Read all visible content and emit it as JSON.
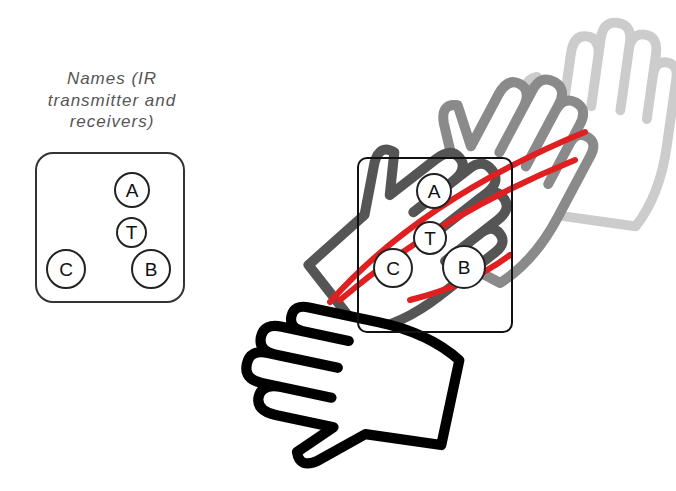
{
  "diagram": {
    "nodes": [
      {
        "text": [
          "Names (IR transmitter and receivers)"
        ]
      },
      {
        "text": [
          "A"
        ],
        "in": 0
      },
      {
        "text": [
          "T"
        ],
        "in": 0
      },
      {
        "text": [
          "C"
        ],
        "in": 0
      },
      {
        "text": [
          "B"
        ],
        "in": 0
      },
      {
        "text": []
      },
      {
        "text": [
          "A"
        ],
        "in": 5
      },
      {
        "text": [
          "T"
        ],
        "in": 5
      },
      {
        "text": [
          "C"
        ],
        "in": 5
      },
      {
        "text": [
          "B"
        ],
        "in": 5
      }
    ],
    "edges": []
  }
}
